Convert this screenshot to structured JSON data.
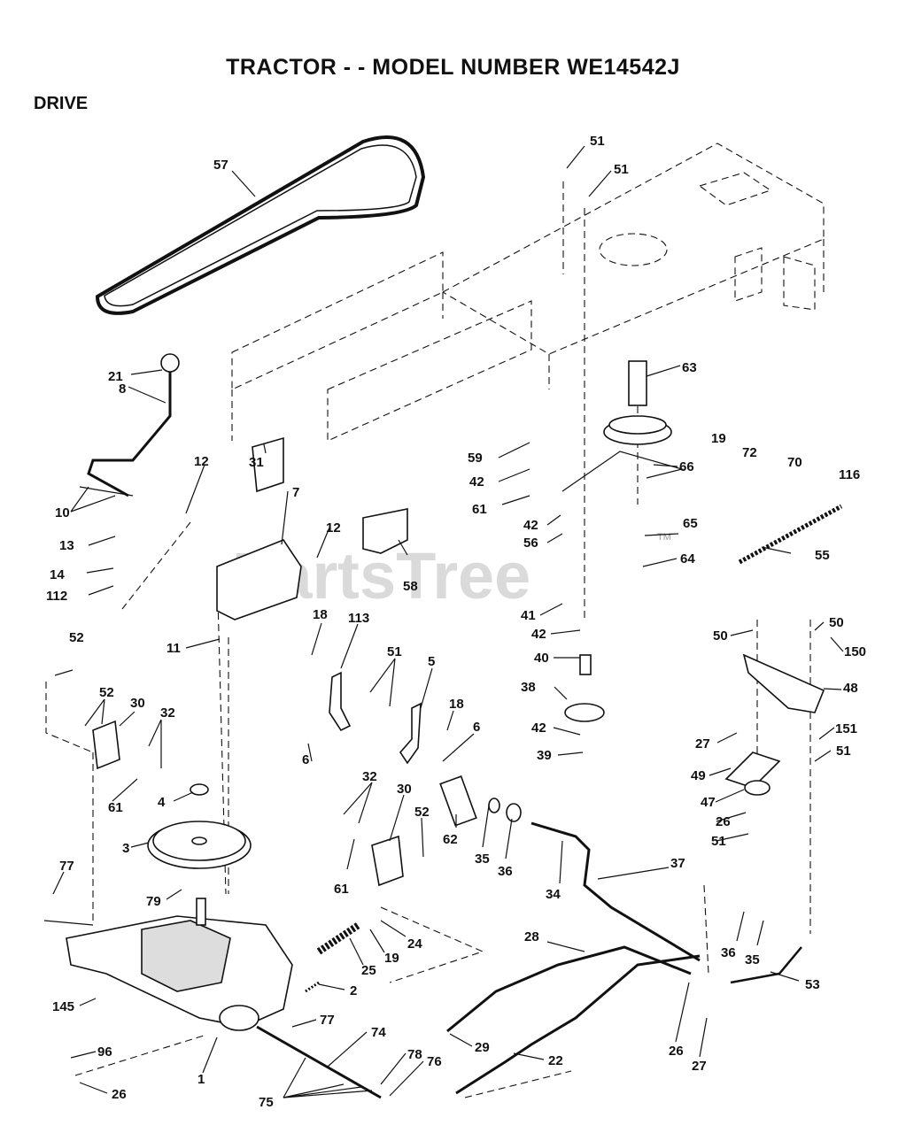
{
  "header": {
    "title": "TRACTOR - - MODEL NUMBER WE14542J",
    "section": "DRIVE"
  },
  "watermark": {
    "text": "PartsTree",
    "tm": "TM"
  },
  "callouts": [
    {
      "label": "57"
    },
    {
      "label": "51"
    },
    {
      "label": "51"
    },
    {
      "label": "21"
    },
    {
      "label": "8"
    },
    {
      "label": "63"
    },
    {
      "label": "19"
    },
    {
      "label": "72"
    },
    {
      "label": "70"
    },
    {
      "label": "116"
    },
    {
      "label": "12"
    },
    {
      "label": "31"
    },
    {
      "label": "7"
    },
    {
      "label": "59"
    },
    {
      "label": "66"
    },
    {
      "label": "10"
    },
    {
      "label": "42"
    },
    {
      "label": "61"
    },
    {
      "label": "42"
    },
    {
      "label": "65"
    },
    {
      "label": "13"
    },
    {
      "label": "12"
    },
    {
      "label": "56"
    },
    {
      "label": "64"
    },
    {
      "label": "55"
    },
    {
      "label": "14"
    },
    {
      "label": "58"
    },
    {
      "label": "112"
    },
    {
      "label": "18"
    },
    {
      "label": "113"
    },
    {
      "label": "41"
    },
    {
      "label": "50"
    },
    {
      "label": "50"
    },
    {
      "label": "150"
    },
    {
      "label": "11"
    },
    {
      "label": "42"
    },
    {
      "label": "52"
    },
    {
      "label": "51"
    },
    {
      "label": "5"
    },
    {
      "label": "40"
    },
    {
      "label": "48"
    },
    {
      "label": "38"
    },
    {
      "label": "52"
    },
    {
      "label": "30"
    },
    {
      "label": "32"
    },
    {
      "label": "18"
    },
    {
      "label": "6"
    },
    {
      "label": "42"
    },
    {
      "label": "27"
    },
    {
      "label": "151"
    },
    {
      "label": "6"
    },
    {
      "label": "39"
    },
    {
      "label": "51"
    },
    {
      "label": "61"
    },
    {
      "label": "32"
    },
    {
      "label": "30"
    },
    {
      "label": "49"
    },
    {
      "label": "4"
    },
    {
      "label": "52"
    },
    {
      "label": "47"
    },
    {
      "label": "26"
    },
    {
      "label": "3"
    },
    {
      "label": "62"
    },
    {
      "label": "35"
    },
    {
      "label": "36"
    },
    {
      "label": "51"
    },
    {
      "label": "61"
    },
    {
      "label": "37"
    },
    {
      "label": "77"
    },
    {
      "label": "34"
    },
    {
      "label": "79"
    },
    {
      "label": "24"
    },
    {
      "label": "28"
    },
    {
      "label": "36"
    },
    {
      "label": "35"
    },
    {
      "label": "19"
    },
    {
      "label": "25"
    },
    {
      "label": "53"
    },
    {
      "label": "2"
    },
    {
      "label": "145"
    },
    {
      "label": "77"
    },
    {
      "label": "74"
    },
    {
      "label": "29"
    },
    {
      "label": "26"
    },
    {
      "label": "96"
    },
    {
      "label": "78"
    },
    {
      "label": "22"
    },
    {
      "label": "27"
    },
    {
      "label": "1"
    },
    {
      "label": "76"
    },
    {
      "label": "26"
    },
    {
      "label": "75"
    }
  ]
}
